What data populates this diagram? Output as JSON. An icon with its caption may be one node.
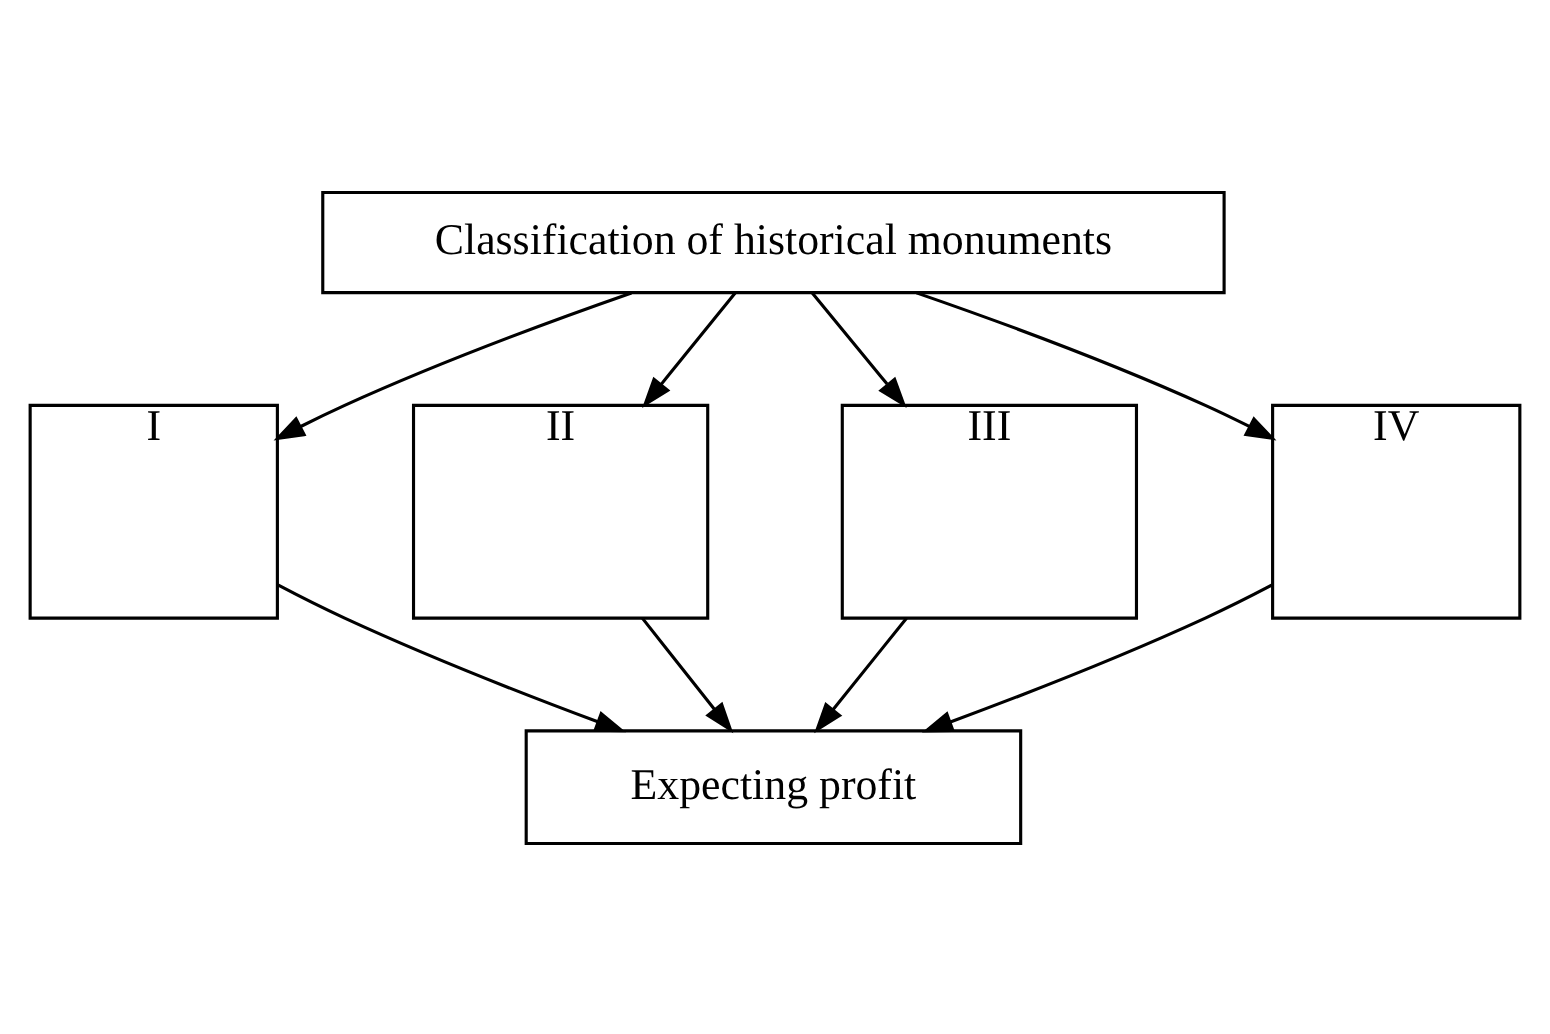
{
  "diagram": {
    "nodes": [
      {
        "text": [
          "Classification of historical monuments"
        ]
      },
      {
        "text": [
          "I"
        ]
      },
      {
        "text": [
          "II"
        ]
      },
      {
        "text": [
          "III"
        ]
      },
      {
        "text": [
          "IV"
        ]
      },
      {
        "text": [
          "Expecting profit"
        ]
      }
    ],
    "edges": [
      {
        "from": 0,
        "to": 1,
        "arrow": "to"
      },
      {
        "from": 0,
        "to": 2,
        "arrow": "to"
      },
      {
        "from": 0,
        "to": 3,
        "arrow": "to"
      },
      {
        "from": 0,
        "to": 4,
        "arrow": "to"
      },
      {
        "from": 1,
        "to": 5,
        "arrow": "to"
      },
      {
        "from": 2,
        "to": 5,
        "arrow": "to"
      },
      {
        "from": 3,
        "to": 5,
        "arrow": "to"
      },
      {
        "from": 4,
        "to": 5,
        "arrow": "to"
      }
    ]
  }
}
